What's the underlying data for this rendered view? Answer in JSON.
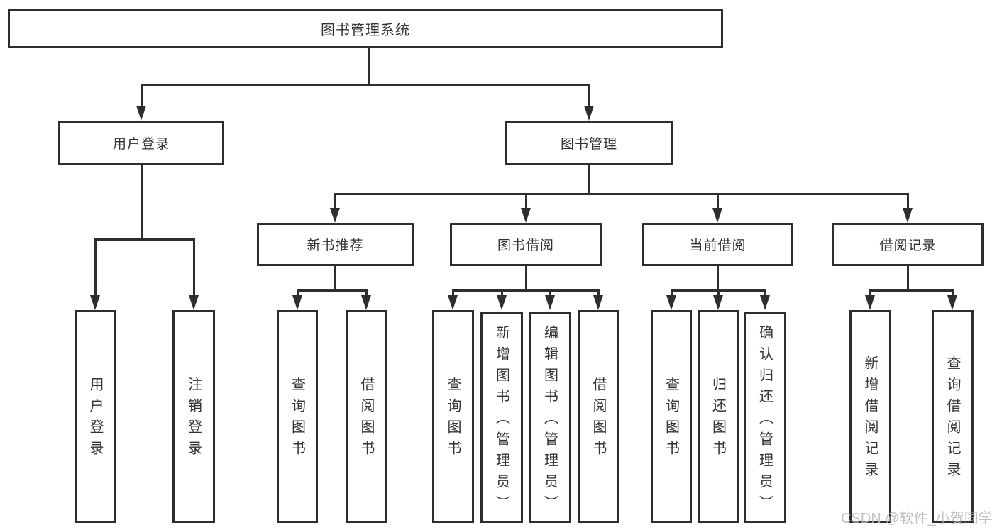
{
  "diagram": {
    "root": "图书管理系统",
    "branches": [
      {
        "label": "用户登录",
        "leaves": [
          "用户登录",
          "注销登录"
        ]
      },
      {
        "label": "图书管理",
        "groups": [
          {
            "label": "新书推荐",
            "leaves": [
              "查询图书",
              "借阅图书"
            ]
          },
          {
            "label": "图书借阅",
            "leaves": [
              "查询图书",
              "新增图书（管理员）",
              "编辑图书（管理员）",
              "借阅图书"
            ]
          },
          {
            "label": "当前借阅",
            "leaves": [
              "查询图书",
              "归还图书",
              "确认归还（管理员）"
            ]
          },
          {
            "label": "借阅记录",
            "leaves": [
              "新增借阅记录",
              "查询借阅记录"
            ]
          }
        ]
      }
    ]
  },
  "watermark": {
    "text": "CSDN @软件_小贺同学",
    "color": "#b9b9b9"
  },
  "colors": {
    "line": "#2e2e2e",
    "box_border": "#2e2e2e",
    "box_background": "#ffffff",
    "text": "#333333"
  }
}
